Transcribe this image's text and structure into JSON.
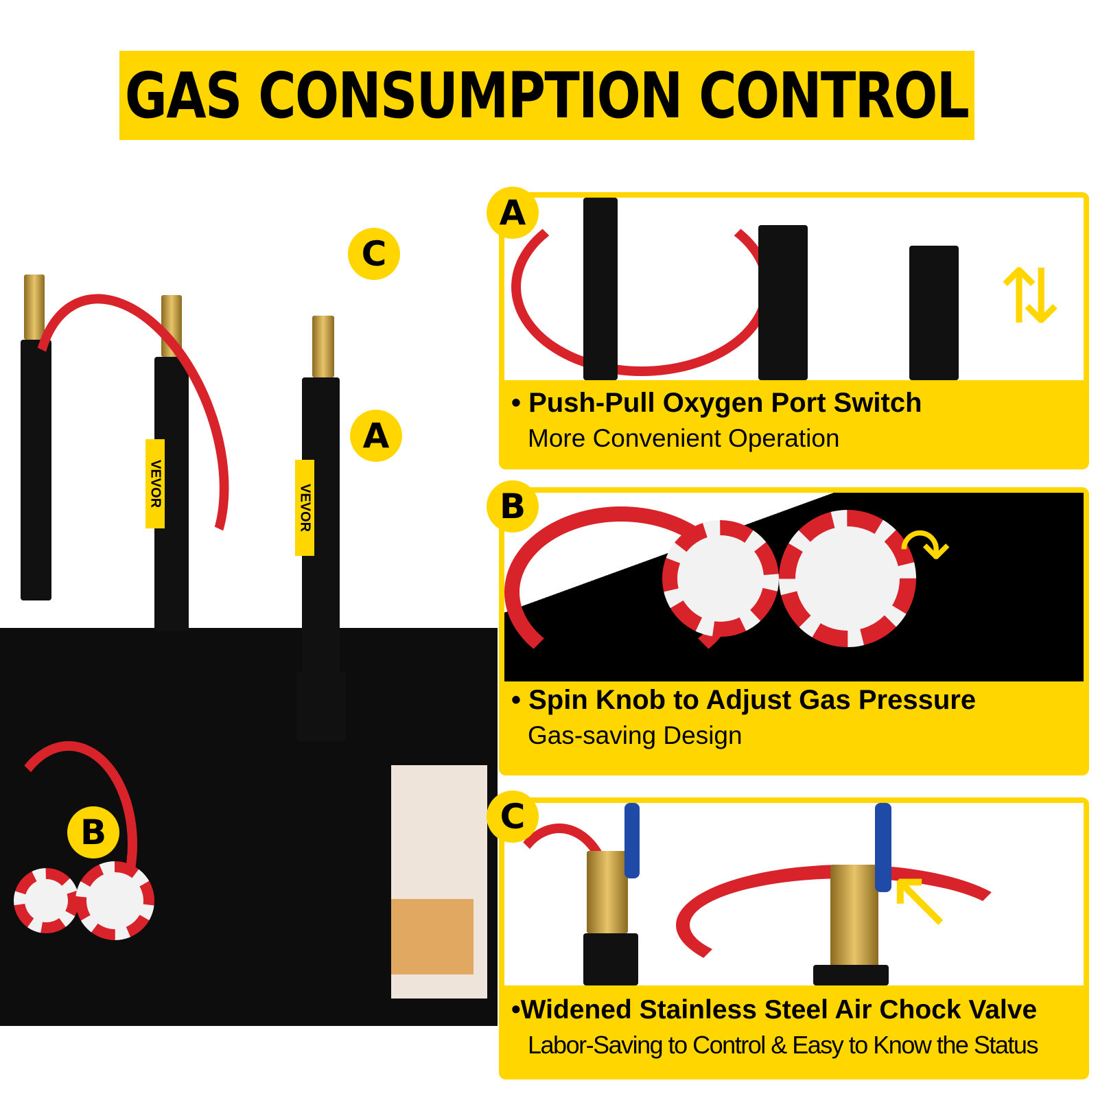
{
  "title": "GAS CONSUMPTION CONTROL",
  "callouts": {
    "a": "A",
    "b": "B",
    "c": "C"
  },
  "brand": "VEVOR",
  "panels": [
    {
      "badge": "A",
      "heading": "Push-Pull Oxygen Port Switch",
      "subheading": "More Convenient Operation"
    },
    {
      "badge": "B",
      "heading": "Spin Knob to Adjust Gas Pressure",
      "subheading": "Gas-saving Design"
    },
    {
      "badge": "C",
      "heading": "Widened Stainless Steel Air Chock Valve",
      "subheading": "Labor-Saving to Control & Easy to Know the Status"
    }
  ],
  "colors": {
    "accent": "#ffd600",
    "hose": "#d8232a",
    "body": "#0d0d0d"
  }
}
